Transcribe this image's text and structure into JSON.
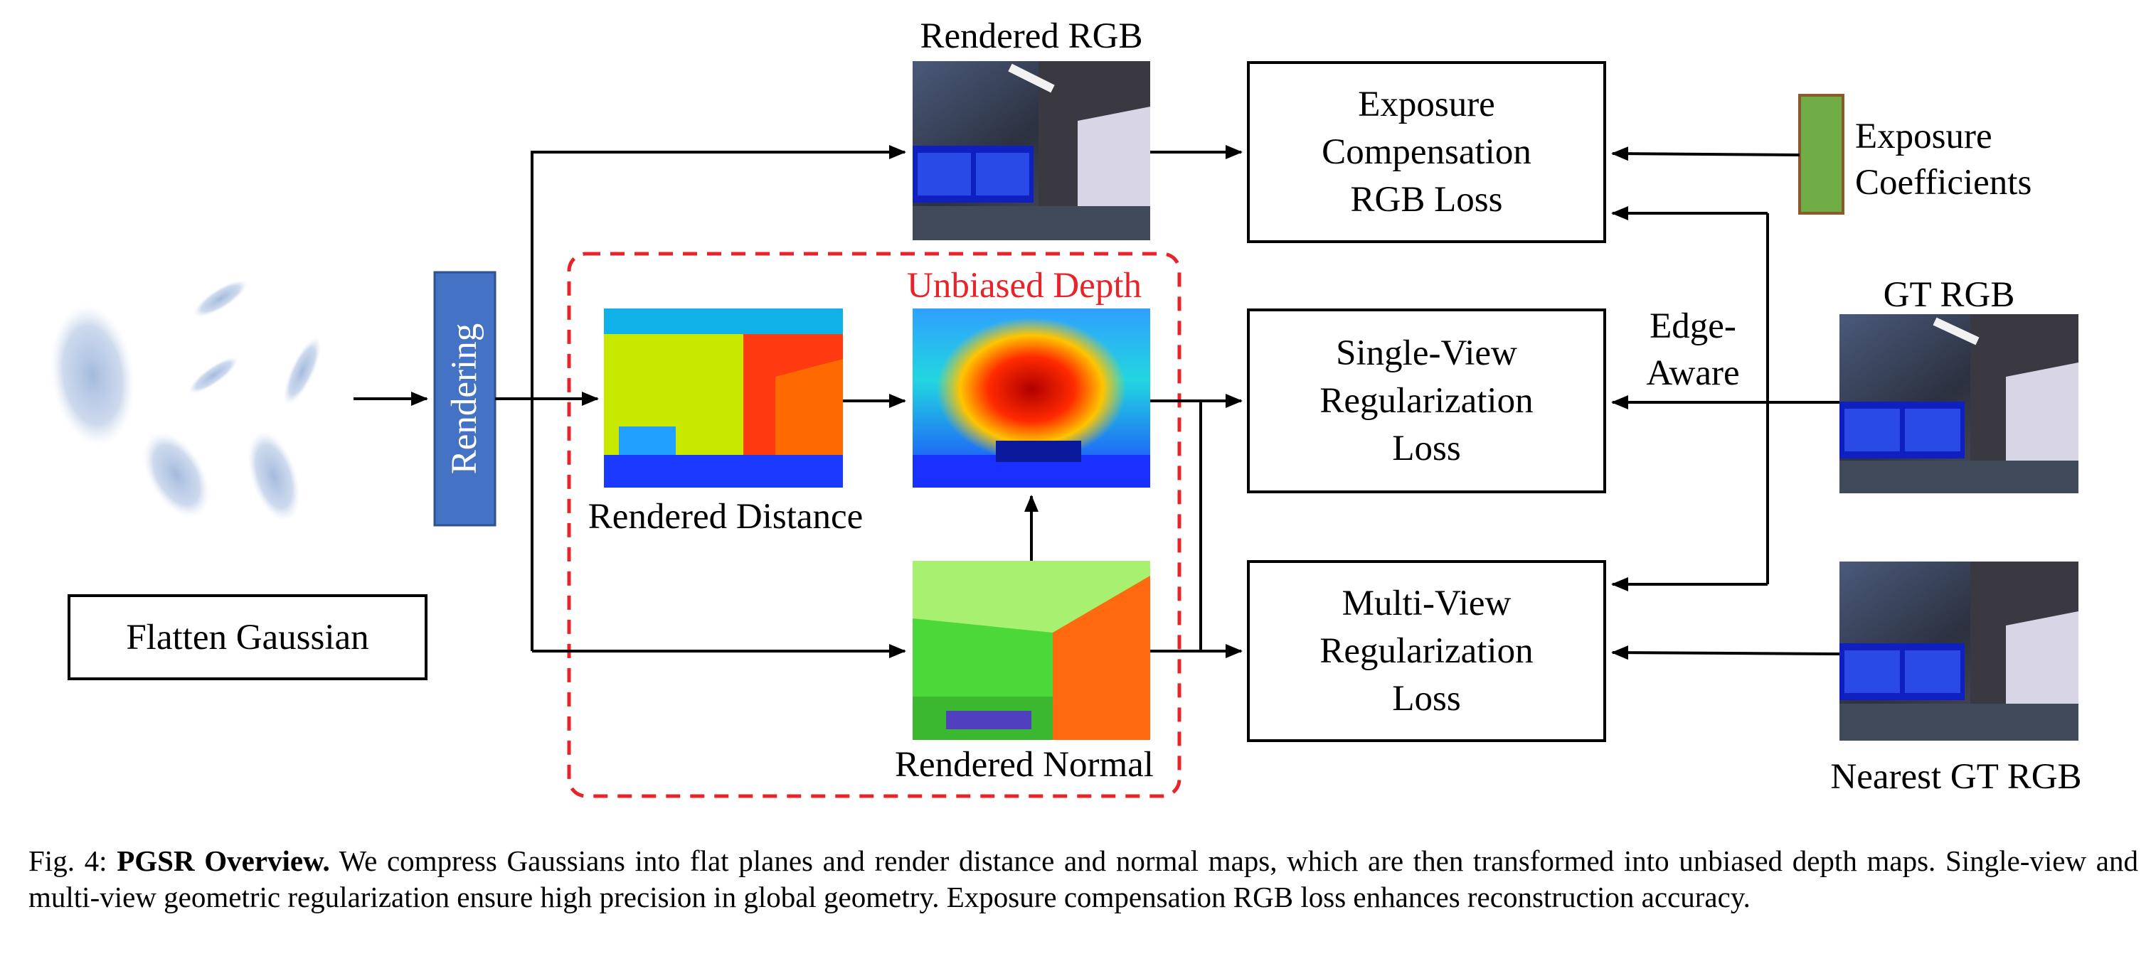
{
  "diagram": {
    "labels": {
      "rendered_rgb": "Rendered RGB",
      "unbiased_depth": "Unbiased Depth",
      "rendered_distance": "Rendered Distance",
      "rendered_normal": "Rendered Normal",
      "gt_rgb": "GT RGB",
      "nearest_gt_rgb": "Nearest GT RGB",
      "rendering": "Rendering",
      "flatten_gaussian": "Flatten Gaussian",
      "exposure_coefficients_line1": "Exposure",
      "exposure_coefficients_line2": "Coefficients",
      "edge_aware_line1": "Edge-",
      "edge_aware_line2": "Aware"
    },
    "loss_boxes": {
      "exposure": [
        "Exposure",
        "Compensation",
        "RGB Loss"
      ],
      "single_view": [
        "Single-View",
        "Regularization",
        "Loss"
      ],
      "multi_view": [
        "Multi-View",
        "Regularization",
        "Loss"
      ]
    },
    "colors": {
      "rendering_block": "#4472c4",
      "exposure_block": "#70ad47",
      "dashed_region": "#e8232a",
      "gaussian": "#9fb7dc"
    }
  },
  "caption": {
    "prefix": "Fig. 4: ",
    "title": "PGSR Overview.",
    "text": " We compress Gaussians into flat planes and render distance and normal maps, which are then transformed into unbiased depth maps. Single-view and multi-view geometric regularization ensure high precision in global geometry. Exposure compensation RGB loss enhances reconstruction accuracy."
  }
}
